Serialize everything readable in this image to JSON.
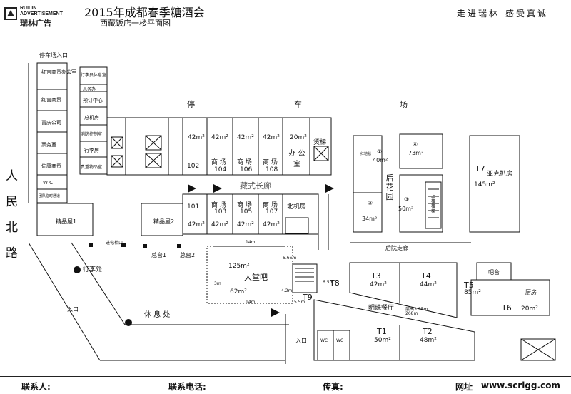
{
  "header": {
    "logo_en_1": "RUILIN",
    "logo_en_2": "ADVERTISEMENT",
    "logo_cn": "瑞林广告",
    "title": "2015年成都春季糖酒会",
    "subtitle": "西藏饭店一楼平面图",
    "slogan_left": "走进瑞林",
    "slogan_right": "感受真诚"
  },
  "footer": {
    "contact": "联系人:",
    "phone": "联系电话:",
    "fax": "传真:",
    "website_label": "网址",
    "website": "www.scrlgg.com"
  },
  "road": [
    "人",
    "民",
    "北",
    "路"
  ],
  "parking": {
    "entrance": "停车场入口",
    "c1": "停",
    "c2": "车",
    "c3": "场"
  },
  "left_column": [
    "红宫商贸办公室",
    "红宫商贸",
    "喜庆公司",
    "票务室",
    "佐康商贸",
    "W C",
    "团队临时通道"
  ],
  "mid_column": [
    "行李员休息室",
    "总务办",
    "预订中心",
    "总机房",
    "消防控制室",
    "行李房",
    "贵重物品室"
  ],
  "rooms_top": [
    {
      "num": "102",
      "area": "42m²"
    },
    {
      "area": "42m²",
      "name": "商 场",
      "code": "104"
    },
    {
      "area": "42m²",
      "name": "商 场",
      "code": "106"
    },
    {
      "area": "42m²",
      "name": "商 场",
      "code": "108"
    },
    {
      "area": "20m²",
      "name": "办 公 室"
    }
  ],
  "freight_elevator": "货梯",
  "corridor": "藏式长廊",
  "rooms_bottom": [
    {
      "num": "101",
      "area": "42m²"
    },
    {
      "name": "商 场",
      "code": "103",
      "area": "42m²"
    },
    {
      "name": "商 场",
      "code": "105",
      "area": "42m²"
    },
    {
      "name": "商 场",
      "code": "107",
      "area": "42m²"
    },
    {
      "name": "北机房"
    }
  ],
  "boutique1": "精品屋1",
  "boutique2": "精品屋2",
  "entry_exit": "进电梯口",
  "desk1": "总台1",
  "desk2": "总台2",
  "luggage": "行李处",
  "entrance": "入口",
  "rest": "休 息 处",
  "lobby": {
    "name": "大堂吧",
    "area_top": "125m²",
    "area_bottom": "62m²",
    "dim1": "14m",
    "dim2": "14m",
    "dim3": "6.66m",
    "dim4": "4.2m",
    "dim5": "5.5m",
    "dim6": "6.5m",
    "dim7": "3m"
  },
  "back_garden": {
    "name": "后花园",
    "p1": "红地毯",
    "a1": "40m²",
    "n1": "①",
    "a2": "73m²",
    "n2": "④",
    "a3": "34m²",
    "n3": "②",
    "a4": "50m²",
    "n4": "③",
    "stairs": "上楼楼梯",
    "walkway": "后院走廊"
  },
  "t7": {
    "code": "T7",
    "name": "亚克扒房",
    "area": "145m²"
  },
  "t8": "T8",
  "t9": "T9",
  "restaurant": "明珠餐厅",
  "height": "层高3.95m",
  "width": "268m",
  "t3": {
    "code": "T3",
    "area": "42m²"
  },
  "t4": {
    "code": "T4",
    "area": "44m²"
  },
  "t5": {
    "code": "T5",
    "area": "85m²"
  },
  "t6": {
    "code": "T6",
    "area": "20m²"
  },
  "t1": {
    "code": "T1",
    "area": "50m²"
  },
  "t2": {
    "code": "T2",
    "area": "48m²"
  },
  "kitchen": "厨房",
  "bar": "吧台",
  "wc1": "WC",
  "wc2": "WC",
  "entrance2": "入口"
}
